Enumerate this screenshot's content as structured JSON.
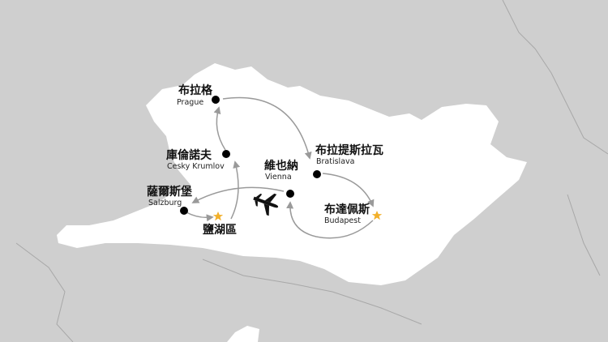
{
  "map": {
    "colors": {
      "background": "#cfcfcf",
      "region_fill": "#ffffff",
      "route_stroke": "#9a9a9a",
      "city_dot": "#000000",
      "star": "#f2b02b",
      "plane": "#111111"
    },
    "icons": [
      "airplane-icon",
      "star-icon"
    ],
    "cities": {
      "prague": {
        "zh": "布拉格",
        "en": "Prague"
      },
      "cesky": {
        "zh": "庫倫諾夫",
        "en": "Cesky Krumlov"
      },
      "vienna": {
        "zh": "維也納",
        "en": "Vienna"
      },
      "bratislava": {
        "zh": "布拉提斯拉瓦",
        "en": "Bratislava"
      },
      "salzburg": {
        "zh": "薩爾斯堡",
        "en": "Salzburg"
      },
      "budapest": {
        "zh": "布達佩斯",
        "en": "Budapest"
      },
      "saltlake": {
        "zh": "鹽湖區",
        "en": ""
      }
    }
  }
}
